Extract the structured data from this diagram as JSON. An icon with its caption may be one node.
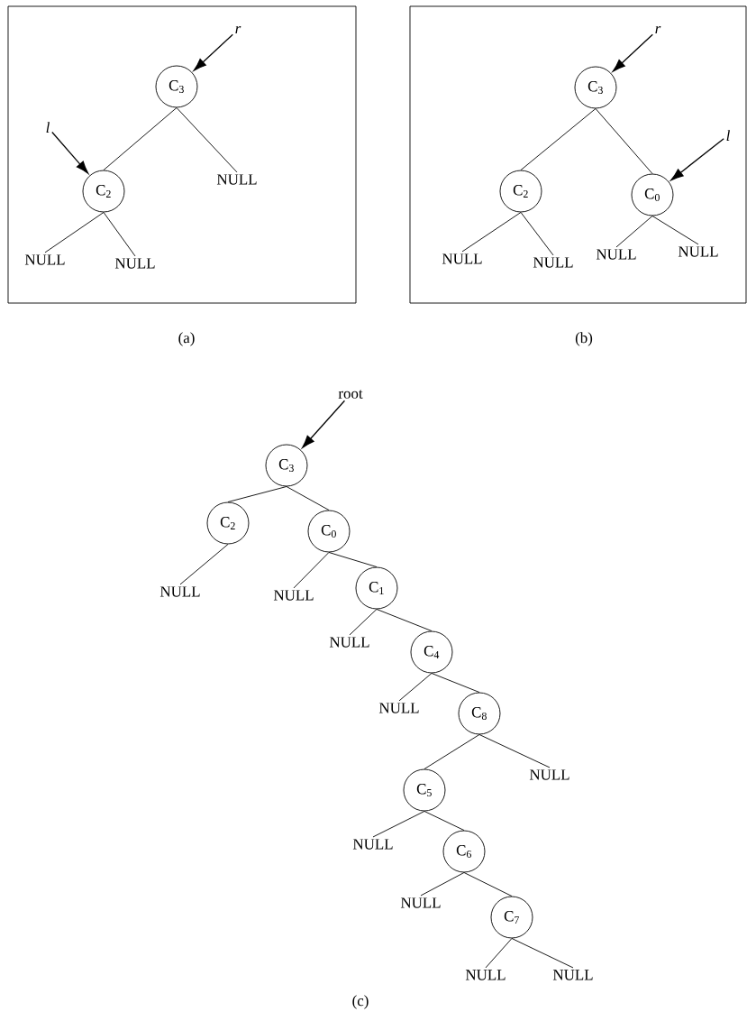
{
  "diagram": {
    "nodes": [
      {
        "text": [],
        "shape": "box",
        "beside": [
          "(a)"
        ]
      },
      {
        "text": [
          "r"
        ],
        "in": 0
      },
      {
        "text": [
          "C$_{3}$"
        ],
        "in": 0
      },
      {
        "text": [
          "l"
        ],
        "in": 0
      },
      {
        "text": [
          "C$_{2}$"
        ],
        "in": 0
      },
      {
        "text": [
          "NULL"
        ],
        "in": 0
      },
      {
        "text": [
          "NULL"
        ],
        "in": 0
      },
      {
        "text": [
          "NULL"
        ],
        "in": 0
      },
      {
        "text": [],
        "shape": "box",
        "beside": [
          "(b)"
        ]
      },
      {
        "text": [
          "r"
        ],
        "in": 8
      },
      {
        "text": [
          "C$_{3}$"
        ],
        "in": 8
      },
      {
        "text": [
          "C$_{2}$"
        ],
        "in": 8
      },
      {
        "text": [
          "l"
        ],
        "in": 8
      },
      {
        "text": [
          "C$_{0}$"
        ],
        "in": 8
      },
      {
        "text": [
          "NULL"
        ],
        "in": 8
      },
      {
        "text": [
          "NULL"
        ],
        "in": 8
      },
      {
        "text": [
          "NULL"
        ],
        "in": 8
      },
      {
        "text": [
          "NULL"
        ],
        "in": 8
      },
      {
        "text": [
          "root"
        ]
      },
      {
        "text": [
          "C$_{3}$"
        ]
      },
      {
        "text": [
          "C$_{2}$"
        ]
      },
      {
        "text": [
          "C$_{0}$"
        ]
      },
      {
        "text": [
          "NULL"
        ]
      },
      {
        "text": [
          "NULL"
        ]
      },
      {
        "text": [
          "C$_{1}$"
        ]
      },
      {
        "text": [
          "NULL"
        ]
      },
      {
        "text": [
          "C$_{4}$"
        ]
      },
      {
        "text": [
          "NULL"
        ]
      },
      {
        "text": [
          "C$_{8}$"
        ]
      },
      {
        "text": [
          "C$_{5}$"
        ]
      },
      {
        "text": [
          "NULL"
        ]
      },
      {
        "text": [
          "NULL"
        ]
      },
      {
        "text": [
          "C$_{6}$"
        ]
      },
      {
        "text": [
          "NULL"
        ]
      },
      {
        "text": [
          "C$_{7}$"
        ]
      },
      {
        "text": [
          "NULL"
        ]
      },
      {
        "text": [
          "NULL"
        ]
      }
    ],
    "edges": [
      {
        "from": 1,
        "to": 2,
        "arrow": "to"
      },
      {
        "from": 3,
        "to": 4,
        "arrow": "to"
      },
      {
        "from": 2,
        "to": 4,
        "arrow": "none"
      },
      {
        "from": 2,
        "to": 5,
        "arrow": "none"
      },
      {
        "from": 4,
        "to": 6,
        "arrow": "none"
      },
      {
        "from": 4,
        "to": 7,
        "arrow": "none"
      },
      {
        "from": 9,
        "to": 10,
        "arrow": "to"
      },
      {
        "from": 12,
        "to": 13,
        "arrow": "to"
      },
      {
        "from": 10,
        "to": 11,
        "arrow": "none"
      },
      {
        "from": 10,
        "to": 13,
        "arrow": "none"
      },
      {
        "from": 11,
        "to": 14,
        "arrow": "none"
      },
      {
        "from": 11,
        "to": 15,
        "arrow": "none"
      },
      {
        "from": 13,
        "to": 16,
        "arrow": "none"
      },
      {
        "from": 13,
        "to": 17,
        "arrow": "none"
      },
      {
        "from": 18,
        "to": 19,
        "arrow": "to"
      },
      {
        "from": 19,
        "to": 20,
        "arrow": "none"
      },
      {
        "from": 19,
        "to": 21,
        "arrow": "none"
      },
      {
        "from": 20,
        "to": 22,
        "arrow": "none"
      },
      {
        "from": 21,
        "to": 23,
        "arrow": "none"
      },
      {
        "from": 21,
        "to": 24,
        "arrow": "none"
      },
      {
        "from": 24,
        "to": 25,
        "arrow": "none"
      },
      {
        "from": 24,
        "to": 26,
        "arrow": "none"
      },
      {
        "from": 26,
        "to": 27,
        "arrow": "none"
      },
      {
        "from": 26,
        "to": 28,
        "arrow": "none"
      },
      {
        "from": 28,
        "to": 29,
        "arrow": "none"
      },
      {
        "from": 28,
        "to": 30,
        "arrow": "none"
      },
      {
        "from": 29,
        "to": 31,
        "arrow": "none"
      },
      {
        "from": 29,
        "to": 32,
        "arrow": "none"
      },
      {
        "from": 32,
        "to": 33,
        "arrow": "none"
      },
      {
        "from": 32,
        "to": 34,
        "arrow": "none"
      },
      {
        "from": 34,
        "to": 35,
        "arrow": "none"
      },
      {
        "from": 34,
        "to": 36,
        "arrow": "none"
      }
    ],
    "labels": [
      "(c)"
    ]
  }
}
